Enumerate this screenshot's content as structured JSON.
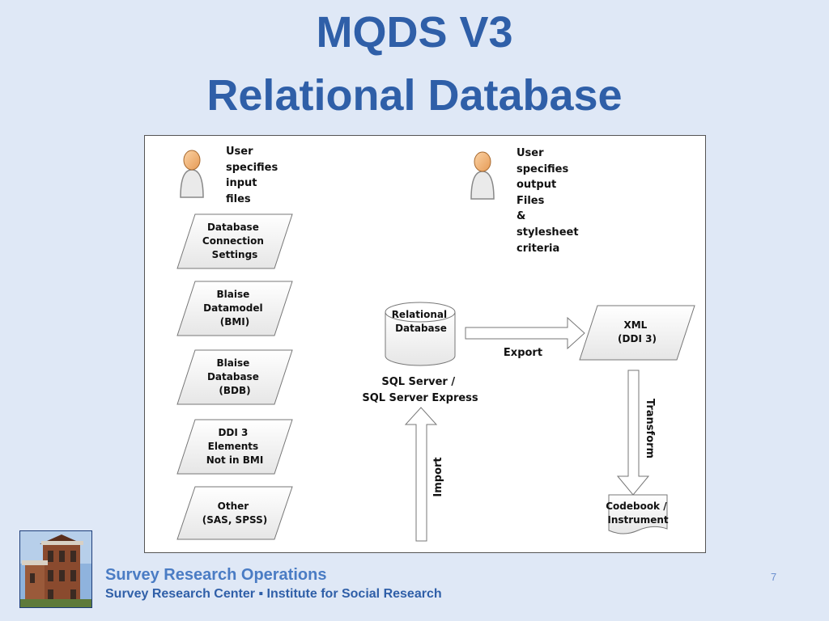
{
  "slide": {
    "title_line1": "MQDS V3",
    "title_line2": "Relational Database",
    "page_number": "7"
  },
  "footer": {
    "line1": "Survey Research Operations",
    "line2": "Survey Research Center ▪ Institute for Social Research"
  },
  "diagram": {
    "user_input_lines": [
      "User",
      "specifies",
      "input",
      "files"
    ],
    "user_output_lines": [
      "User",
      "specifies",
      "output",
      "Files",
      "&",
      "stylesheet",
      "criteria"
    ],
    "inputs": [
      [
        "Database",
        "Connection",
        "Settings"
      ],
      [
        "Blaise",
        "Datamodel",
        "(BMI)"
      ],
      [
        "Blaise",
        "Database",
        "(BDB)"
      ],
      [
        "DDI 3",
        "Elements",
        "Not in BMI"
      ],
      [
        "Other",
        "(SAS, SPSS)"
      ]
    ],
    "database_lines": [
      "Relational",
      "Database"
    ],
    "server_lines": [
      "SQL Server /",
      "SQL Server Express"
    ],
    "export_label": "Export",
    "import_label": "Import",
    "transform_label": "Transform",
    "xml_lines": [
      "XML",
      "(DDI 3)"
    ],
    "codebook_lines": [
      "Codebook /",
      "Instrument"
    ]
  }
}
